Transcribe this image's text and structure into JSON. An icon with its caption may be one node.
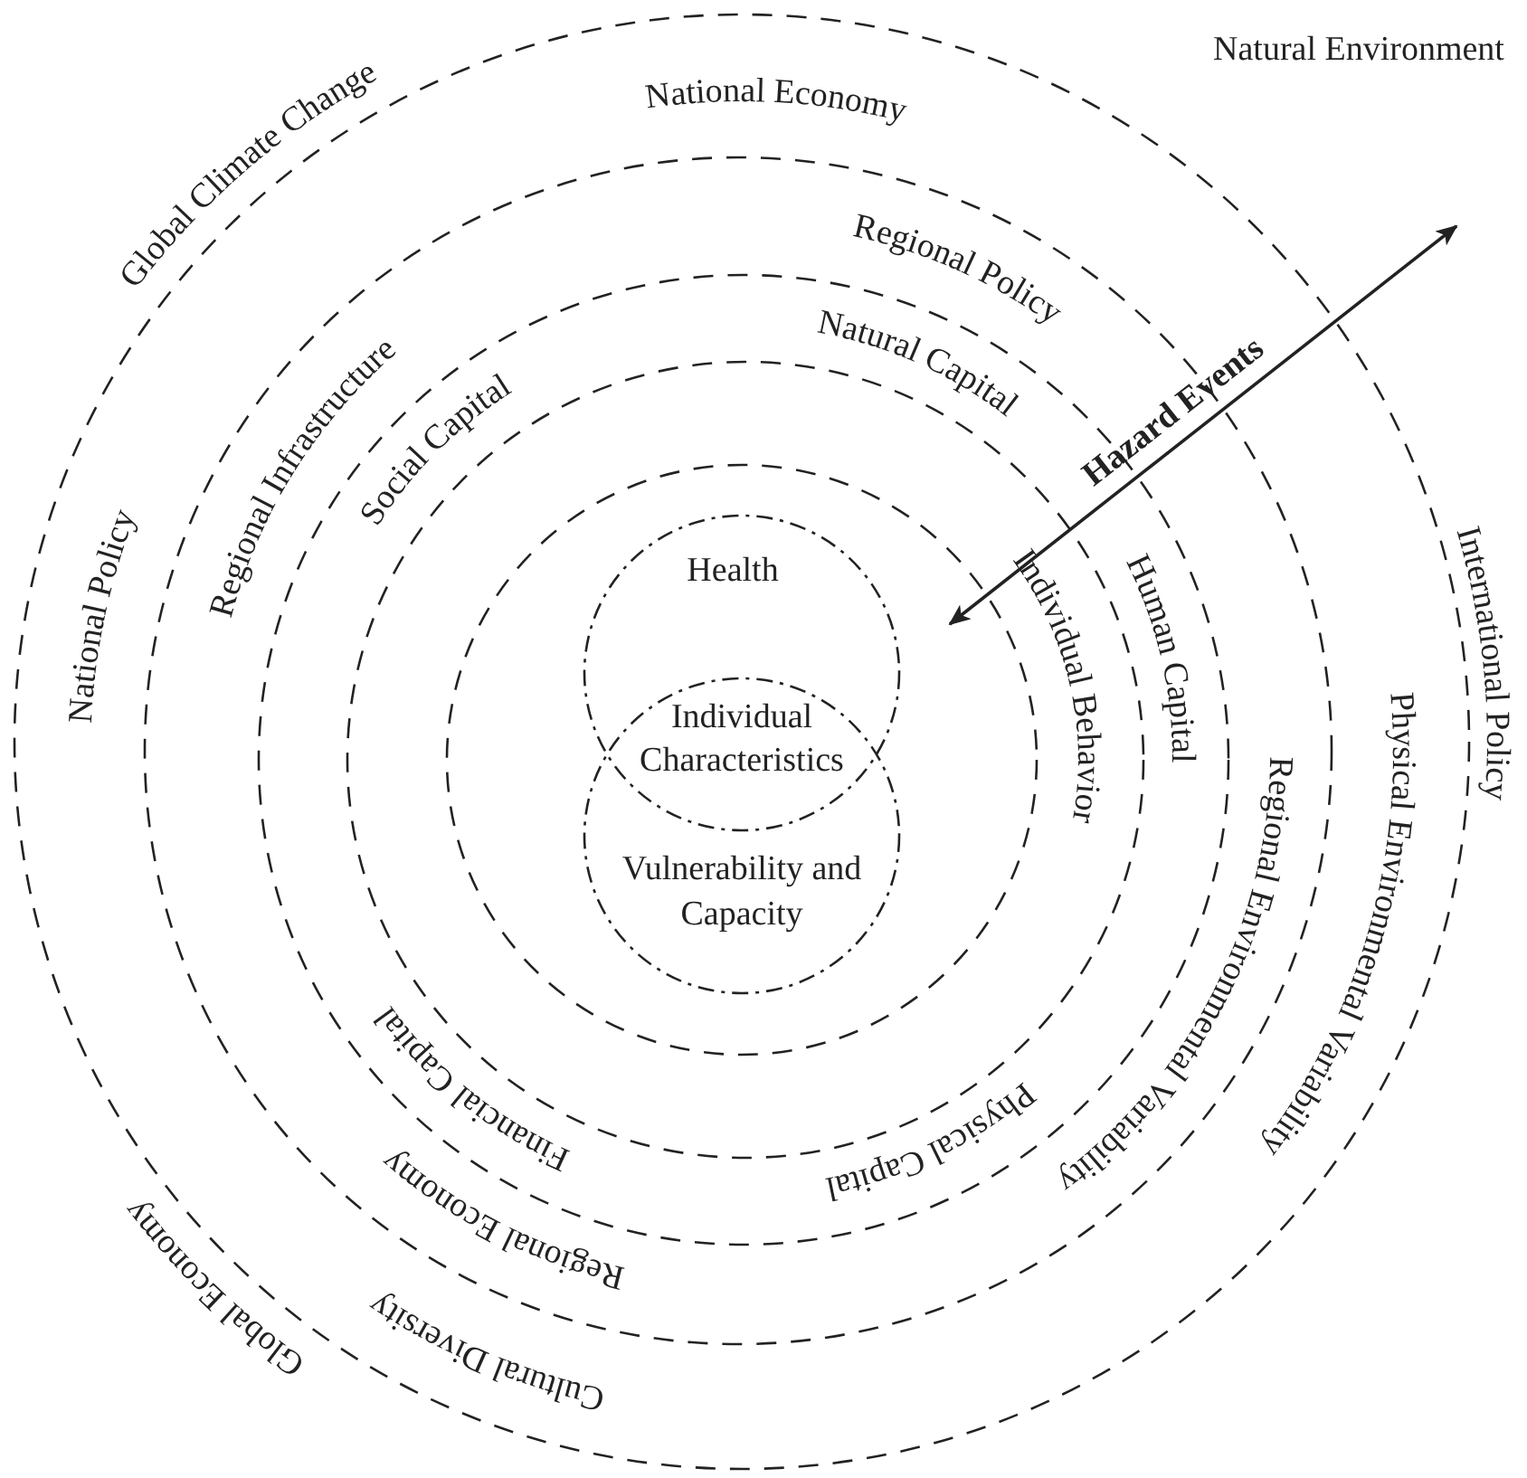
{
  "diagram": {
    "nodes": [
      {
        "text": [],
        "shape": "circle"
      },
      {
        "text": [],
        "shape": "circle",
        "in": 0
      },
      {
        "text": [],
        "shape": "circle",
        "in": 1
      },
      {
        "text": [],
        "shape": "circle",
        "in": 2
      },
      {
        "text": [],
        "shape": "circle",
        "in": 3
      },
      {
        "text": [
          "Health"
        ],
        "in": 4
      },
      {
        "text": [
          "Vulnerability and Capacity"
        ],
        "in": 4
      }
    ],
    "labels": [
      "Natural Environment",
      "National Economy",
      "Global Climate Change",
      "Regional Policy",
      "Natural Capital",
      "Hazard Events",
      "Social Capital",
      "Regional Infrastructure",
      "National Policy",
      "International Policy",
      "Individual Characteristics",
      "Human Capital",
      "Individual Behavior",
      "Physical Environmental Variability",
      "Regional Environmental Variability",
      "Financial Capital",
      "Physical Capital",
      "Regional Economy",
      "Global Economy",
      "Cultural Diversity"
    ]
  }
}
